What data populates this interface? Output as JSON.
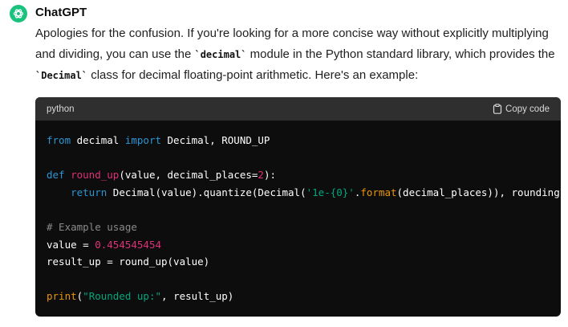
{
  "message": {
    "author": "ChatGPT",
    "paragraph": {
      "part1": "Apologies for the confusion. If you're looking for a more concise way without explicitly multiplying and dividing, you can use the ",
      "code1": "`decimal`",
      "part2": " module in the Python standard library, which provides the ",
      "code2": "`Decimal`",
      "part3": " class for decimal floating-point arithmetic. Here's an example:"
    },
    "code_block": {
      "language": "python",
      "copy_label": "Copy code",
      "lines": {
        "l1_from": "from",
        "l1_mod": " decimal ",
        "l1_import": "import",
        "l1_rest": " Decimal, ROUND_UP",
        "l3_def": "def",
        "l3_name": "round_up",
        "l3_args": "(value, decimal_places=",
        "l3_num": "2",
        "l3_end": "):",
        "l4_indent": "    ",
        "l4_return": "return",
        "l4_mid": " Decimal(value).quantize(Decimal(",
        "l4_str": "'1e-{0}'",
        "l4_dot": ".",
        "l4_format": "format",
        "l4_tail": "(decimal_places)), rounding",
        "l6_comment": "# Example usage",
        "l7_a": "value = ",
        "l7_num": "0.454545454",
        "l8": "result_up = round_up(value)",
        "l10_print": "print",
        "l10_open": "(",
        "l10_str": "\"Rounded up:\"",
        "l10_rest": ", result_up)"
      }
    }
  }
}
